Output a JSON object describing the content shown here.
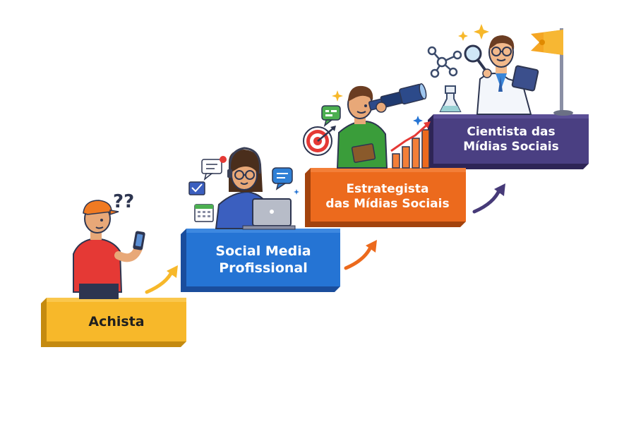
{
  "steps": [
    {
      "label": "Achista",
      "color": "#f7b82a",
      "icon": "curious-teen-with-phone"
    },
    {
      "label": "Social Media\nProfissional",
      "color": "#2574d4",
      "icon": "woman-with-headset-and-laptop"
    },
    {
      "label": "Estrategista\ndas Mídias Sociais",
      "color": "#ec6a1d",
      "icon": "man-with-telescope"
    },
    {
      "label": "Cientista das\nMídias Sociais",
      "color": "#463a78",
      "icon": "scientist-with-magnifier"
    }
  ],
  "decorations": {
    "question_marks": "??",
    "flag_color": "#f5a623"
  }
}
